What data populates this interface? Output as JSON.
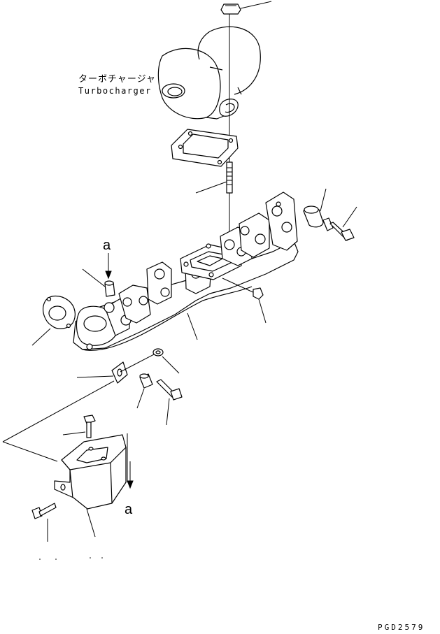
{
  "labels": {
    "turbocharger_jp": "ターボチャージャ",
    "turbocharger_en": "Turbocharger",
    "view_mark_top": "a",
    "view_mark_bottom": "a",
    "drawing_code": "PGD2579"
  }
}
